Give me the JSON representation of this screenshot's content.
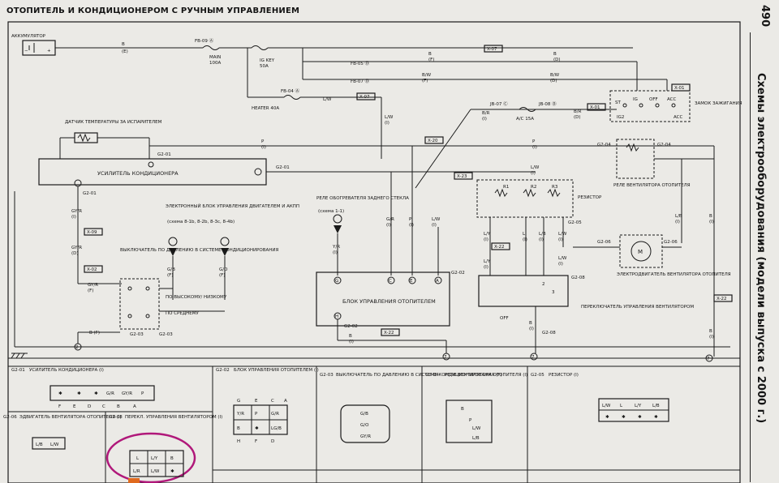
{
  "page": {
    "title": "ОТОПИТЕЛЬ И КОНДИЦИОНЕРОМ С РУЧНЫМ УПРАВЛЕНИЕМ",
    "page_number": "490",
    "section": "Схемы электрооборудования (модели выпуска с 2000 г.)"
  },
  "labels": {
    "battery": "АККУМУЛЯТОР",
    "evap_sensor": "ДАТЧИК ТЕМПЕРАТУРЫ ЗА ИСПАРИТЕЛЕМ",
    "ac_amp": "УСИЛИТЕЛЬ КОНДИЦИОНЕРА",
    "ecu": "ЭЛЕКТРОННЫЙ БЛОК УПРАВЛЕНИЯ ДВИГАТЕЛЕМ И АКПП",
    "ecu_note": "(схема 8-1b, 8-2b, 8-3c, 8-4b)",
    "pressure_switch": "ВЫКЛЮЧАТЕЛЬ ПО ДАВЛЕНИЮ В СИСТЕМЕ КОНДИЦИОНИРОВАНИЯ",
    "high_low": "ПО ВЫСОКОМУ/ НИЗКОМУ",
    "medium": "ПО СРЕДНЕМУ",
    "rear_defog": "РЕЛЕ ОБОГРЕВАТЕЛЯ ЗАДНЕГО СТЕКЛА",
    "rear_defog_note": "(схема 1-1)",
    "heater_unit": "БЛОК УПРАВЛЕНИЯ ОТОПИТЕЛЕМ",
    "ign_switch": "ЗАМОК ЗАЖИГАНИЯ",
    "fan_relay": "РЕЛЕ ВЕНТИЛЯТОРА ОТОПИТЕЛЯ",
    "resistor": "РЕЗИСТОР",
    "fan_motor": "ЭЛЕКТРОДВИГАТЕЛЬ ВЕНТИЛЯТОРА ОТОПИТЕЛЯ",
    "fan_switch": "ПЕРЕКЛЮЧАТЕЛЬ УПРАВЛЕНИЯ ВЕНТИЛЯТОРОМ",
    "main": "MAIN 100A",
    "ig_key": "IG KEY 50A",
    "heater40": "HEATER 40A",
    "ac15": "A/C 15A",
    "off": "OFF"
  },
  "connectors": [
    {
      "code": "G2-01",
      "name": "УСИЛИТЕЛЬ КОНДИЦИОНЕРА (I)"
    },
    {
      "code": "G2-02",
      "name": "БЛОК УПРАВЛЕНИЯ ОТОПИТЕЛЕМ (I)"
    },
    {
      "code": "G2-03",
      "name": "ВЫКЛЮЧАТЕЛЬ ПО ДАВЛЕНИЮ В СИСТЕМЕ КОНДИЦИОНИРОВАНИЯ (F)"
    },
    {
      "code": "G2-04",
      "name": "РЕЛЕ ВЕНТИЛЯТОРА ОТОПИТЕЛЯ (I)"
    },
    {
      "code": "G2-05",
      "name": "РЕЗИСТОР (I)"
    },
    {
      "code": "G2-06",
      "name": "ЭДВИГАТЕЛЬ ВЕНТИЛЯТОРА ОТОПИТЕЛЯ (I)"
    },
    {
      "code": "G2-08",
      "name": "ПЕРЕКЛ. УПРАВЛЕНИЯ ВЕНТИЛЯТОРОМ (I)"
    }
  ]
}
